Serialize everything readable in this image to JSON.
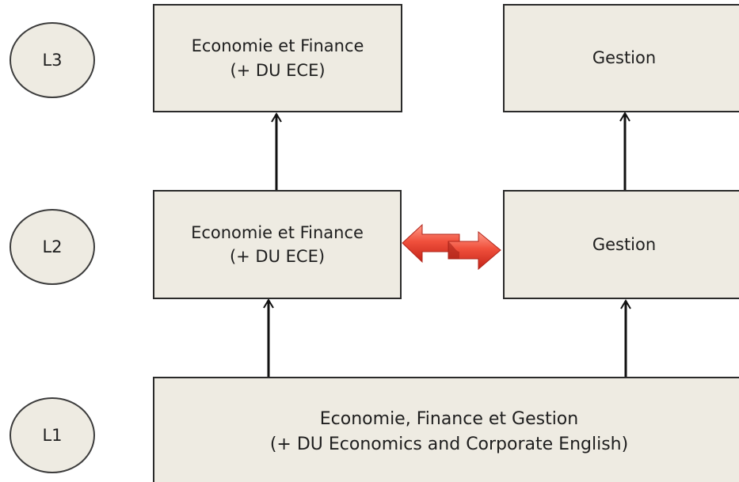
{
  "levels": {
    "l3": "L3",
    "l2": "L2",
    "l1": "L1"
  },
  "boxes": {
    "l3_eco": {
      "line1": "Economie et Finance",
      "line2": "(+ DU ECE)"
    },
    "l3_gestion": {
      "line1": "Gestion"
    },
    "l2_eco": {
      "line1": "Economie et Finance",
      "line2": "(+ DU ECE)"
    },
    "l2_gestion": {
      "line1": "Gestion"
    },
    "l1": {
      "line1": "Economie, Finance et Gestion",
      "line2": "(+ DU Economics and Corporate English)"
    }
  },
  "colors": {
    "box_fill": "#eeebe2",
    "border": "#2a2a2a",
    "swap_arrow": "#e23a2c"
  },
  "icons": {
    "swap": "double-headed-swap-arrow"
  }
}
